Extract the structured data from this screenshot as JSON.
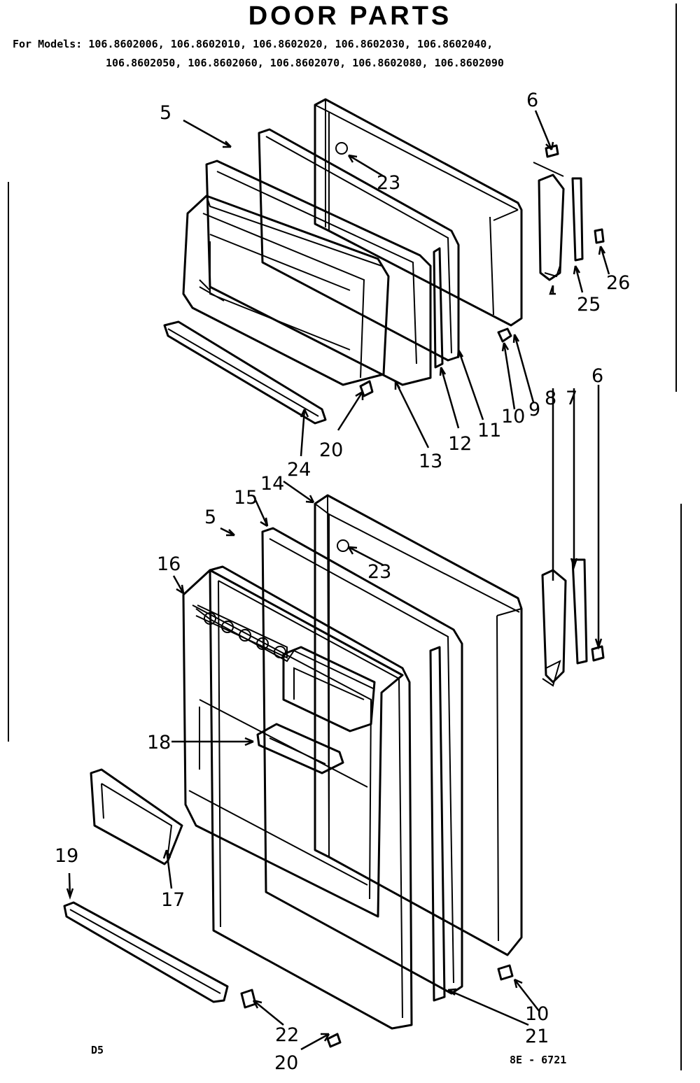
{
  "title": "DOOR PARTS",
  "models_line1": "For Models: 106.8602006, 106.8602010, 106.8602020, 106.8602030, 106.8602040,",
  "models_line2": "106.8602050, 106.8602060, 106.8602070, 106.8602080, 106.8602090",
  "callouts": [
    "5",
    "6",
    "23",
    "25",
    "26",
    "9",
    "10",
    "11",
    "12",
    "13",
    "20",
    "24",
    "8",
    "7",
    "6",
    "14",
    "15",
    "5",
    "23",
    "16",
    "18",
    "17",
    "19",
    "22",
    "20",
    "10",
    "21"
  ],
  "page_code": "D5",
  "drawing_code": "8E - 6721"
}
